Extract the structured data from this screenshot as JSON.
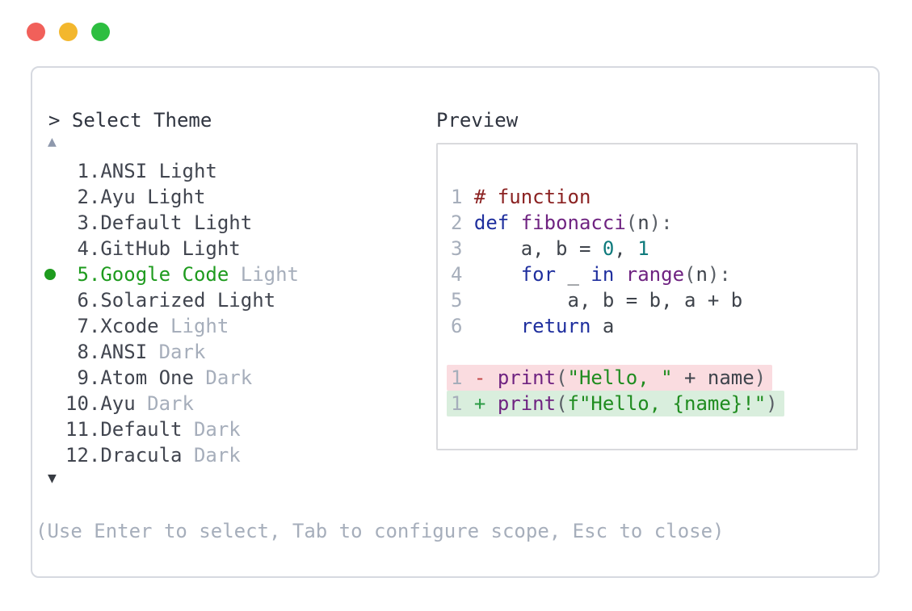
{
  "window": {
    "controls": {
      "close_color": "#f1605a",
      "minimize_color": "#f3b72d",
      "maximize_color": "#2dbe40"
    }
  },
  "theme_picker": {
    "prompt": "> Select Theme",
    "scroll_up_icon": "▲",
    "scroll_down_icon": "▼",
    "items": [
      {
        "num": "1",
        "name": "ANSI",
        "variant": "Light",
        "variant_muted": false,
        "selected": false
      },
      {
        "num": "2",
        "name": "Ayu",
        "variant": "Light",
        "variant_muted": false,
        "selected": false
      },
      {
        "num": "3",
        "name": "Default",
        "variant": "Light",
        "variant_muted": false,
        "selected": false
      },
      {
        "num": "4",
        "name": "GitHub",
        "variant": "Light",
        "variant_muted": false,
        "selected": false
      },
      {
        "num": "5",
        "name": "Google Code",
        "variant": "Light",
        "variant_muted": true,
        "selected": true
      },
      {
        "num": "6",
        "name": "Solarized",
        "variant": "Light",
        "variant_muted": false,
        "selected": false
      },
      {
        "num": "7",
        "name": "Xcode",
        "variant": "Light",
        "variant_muted": true,
        "selected": false
      },
      {
        "num": "8",
        "name": "ANSI",
        "variant": "Dark",
        "variant_muted": true,
        "selected": false
      },
      {
        "num": "9",
        "name": "Atom One",
        "variant": "Dark",
        "variant_muted": true,
        "selected": false
      },
      {
        "num": "10",
        "name": "Ayu",
        "variant": "Dark",
        "variant_muted": true,
        "selected": false
      },
      {
        "num": "11",
        "name": "Default",
        "variant": "Dark",
        "variant_muted": true,
        "selected": false
      },
      {
        "num": "12",
        "name": "Dracula",
        "variant": "Dark",
        "variant_muted": true,
        "selected": false
      }
    ],
    "hint": "(Use Enter to select, Tab to configure scope, Esc to close)"
  },
  "preview": {
    "title": "Preview",
    "code_lines": [
      {
        "segments": [
          [
            "num",
            "1"
          ],
          [
            "pln",
            " "
          ],
          [
            "com",
            "# function"
          ]
        ]
      },
      {
        "segments": [
          [
            "num",
            "2"
          ],
          [
            "pln",
            " "
          ],
          [
            "kwd",
            "def"
          ],
          [
            "pln",
            " "
          ],
          [
            "typ",
            "fibonacci"
          ],
          [
            "pun",
            "("
          ],
          [
            "pln",
            "n"
          ],
          [
            "pun",
            "):"
          ]
        ]
      },
      {
        "segments": [
          [
            "num",
            "3"
          ],
          [
            "pln",
            "     a, b = "
          ],
          [
            "lit",
            "0"
          ],
          [
            "pln",
            ", "
          ],
          [
            "lit",
            "1"
          ]
        ]
      },
      {
        "segments": [
          [
            "num",
            "4"
          ],
          [
            "pln",
            "     "
          ],
          [
            "kwd",
            "for"
          ],
          [
            "pln",
            " _ "
          ],
          [
            "kwd",
            "in"
          ],
          [
            "pln",
            " "
          ],
          [
            "typ",
            "range"
          ],
          [
            "pun",
            "("
          ],
          [
            "pln",
            "n"
          ],
          [
            "pun",
            "):"
          ]
        ]
      },
      {
        "segments": [
          [
            "num",
            "5"
          ],
          [
            "pln",
            "         a, b = b, a + b"
          ]
        ]
      },
      {
        "segments": [
          [
            "num",
            "6"
          ],
          [
            "pln",
            "     "
          ],
          [
            "kwd",
            "return"
          ],
          [
            "pln",
            " a"
          ]
        ]
      },
      {
        "segments": []
      },
      {
        "diff": "removed",
        "segments": [
          [
            "num",
            "1"
          ],
          [
            "pln",
            " "
          ],
          [
            "del",
            "- "
          ],
          [
            "typ",
            "print"
          ],
          [
            "pun",
            "("
          ],
          [
            "str",
            "\"Hello, \""
          ],
          [
            "pln",
            " + name"
          ],
          [
            "pun",
            ")"
          ]
        ]
      },
      {
        "diff": "added",
        "segments": [
          [
            "num",
            "1"
          ],
          [
            "pln",
            " "
          ],
          [
            "ins",
            "+ "
          ],
          [
            "typ",
            "print"
          ],
          [
            "pun",
            "("
          ],
          [
            "str",
            "f\"Hello, {name}!\""
          ],
          [
            "pun",
            ")"
          ]
        ]
      }
    ]
  },
  "colors": {
    "text-header": "#303540",
    "text-dark": "#41454f",
    "muted": "#a6aebb",
    "green": "#1e9b1e",
    "arrow-up": "#8e98ac",
    "arrow-down": "#383c43",
    "border-outer": "#d6d9e0",
    "border-inner": "#d9dadd",
    "num": "#a6aebb",
    "com": "#8b2222",
    "kwd": "#1f2f9e",
    "typ": "#6f2381",
    "lit": "#0e7a7c",
    "str": "#1f8c1f",
    "pln": "#3f444c",
    "pun": "#5a5f66",
    "del": "#c24444",
    "ins": "#2a9b44",
    "bg-del": "#fadce0",
    "bg-ins": "#d9eedd"
  }
}
